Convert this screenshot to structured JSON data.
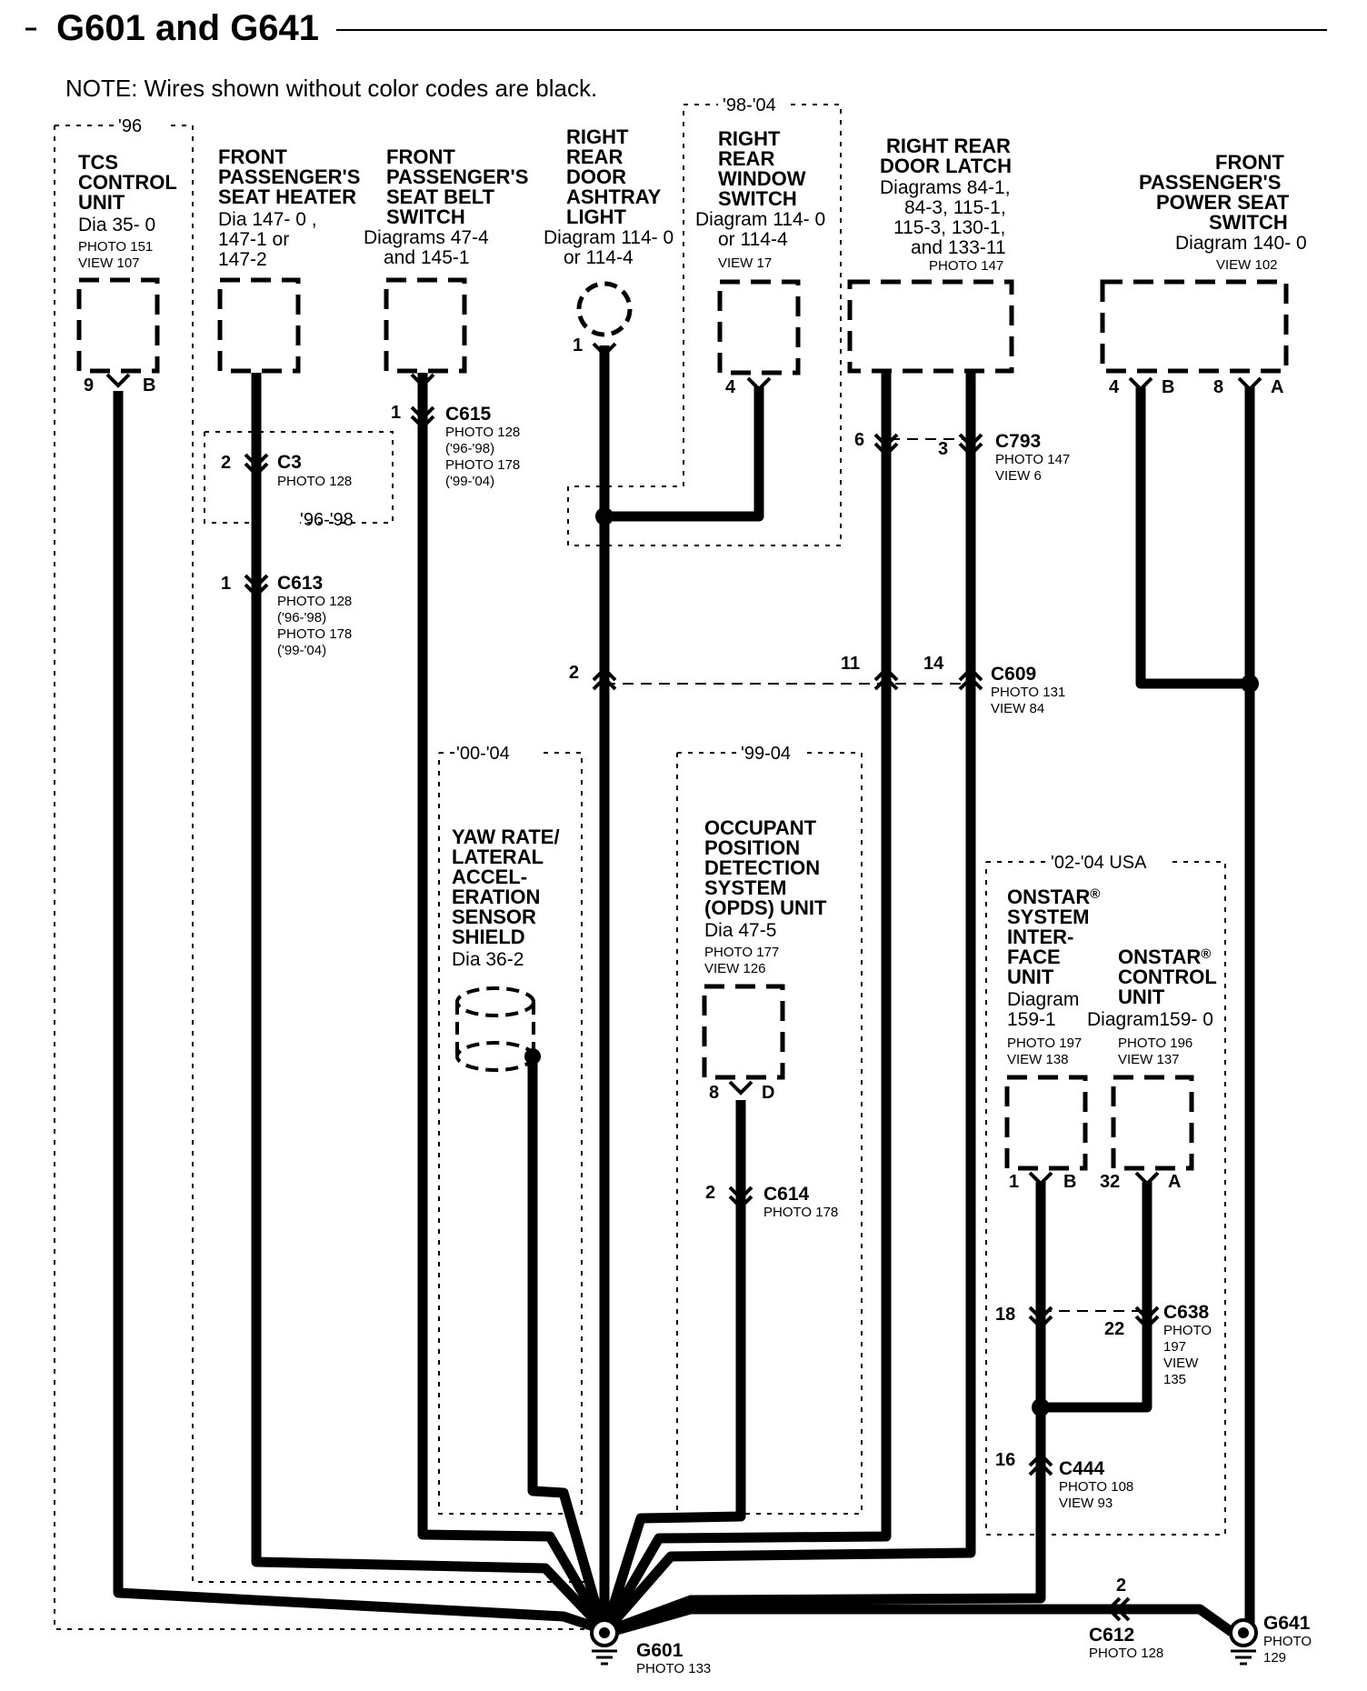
{
  "title": "G601 and G641",
  "note": "NOTE: Wires shown without color codes are black.",
  "years": {
    "y96": "'96",
    "y98_04": "'98-'04",
    "y96_98": "'96-'98",
    "y00_04": "'00-'04",
    "y99_04": "'99-04",
    "y02_04usa": "'02-'04 USA"
  },
  "components": {
    "tcs": {
      "l1": "TCS",
      "l2": "CONTROL",
      "l3": "UNIT",
      "d1": "Dia 35- 0",
      "p1": "PHOTO 151",
      "p2": "VIEW 107"
    },
    "seatheater": {
      "l1": "FRONT",
      "l2": "PASSENGER'S",
      "l3": "SEAT HEATER",
      "d1": "Dia 147- 0 ,",
      "d2": "147-1 or",
      "d3": "147-2"
    },
    "seatbelt": {
      "l1": "FRONT",
      "l2": "PASSENGER'S",
      "l3": "SEAT BELT",
      "l4": "SWITCH",
      "d1": "Diagrams 47-4",
      "d2": "and 145-1"
    },
    "ashtray": {
      "l1": "RIGHT",
      "l2": "REAR",
      "l3": "DOOR",
      "l4": "ASHTRAY",
      "l5": "LIGHT",
      "d1": "Diagram 114- 0",
      "d2": "or 114-4"
    },
    "window": {
      "l1": "RIGHT",
      "l2": "REAR",
      "l3": "WINDOW",
      "l4": "SWITCH",
      "d1": "Diagram 114- 0",
      "d2": "or 114-4",
      "p1": "VIEW 17"
    },
    "latch": {
      "l1": "RIGHT REAR",
      "l2": "DOOR LATCH",
      "d1": "Diagrams 84-1,",
      "d2": "84-3, 115-1,",
      "d3": "115-3, 130-1,",
      "d4": "and 133-11",
      "p1": "PHOTO 147"
    },
    "powerseat": {
      "l1": "FRONT",
      "l2": "PASSENGER'S",
      "l3": "POWER SEAT",
      "l4": "SWITCH",
      "d1": "Diagram 140- 0",
      "p1": "VIEW 102"
    },
    "yaw": {
      "l1": "YAW RATE/",
      "l2": "LATERAL",
      "l3": "ACCEL-",
      "l4": "ERATION",
      "l5": "SENSOR",
      "l6": "SHIELD",
      "d1": "Dia 36-2"
    },
    "opds": {
      "l1": "OCCUPANT",
      "l2": "POSITION",
      "l3": "DETECTION",
      "l4": "SYSTEM",
      "l5": "(OPDS) UNIT",
      "d1": "Dia 47-5",
      "p1": "PHOTO 177",
      "p2": "VIEW 126"
    },
    "onstar_if": {
      "l1": "ONSTAR",
      "reg": "®",
      "l2": "SYSTEM",
      "l3": "INTER-",
      "l4": "FACE",
      "l5": "UNIT",
      "d1": "Diagram",
      "d2": "159-1",
      "p1": "PHOTO 197",
      "p2": "VIEW 138"
    },
    "onstar_ctl": {
      "l1": "ONSTAR",
      "reg": "®",
      "l2": "CONTROL",
      "l3": "UNIT",
      "d1": "Diagram159- 0",
      "p1": "PHOTO 196",
      "p2": "VIEW 137"
    }
  },
  "connectors": {
    "c3": {
      "name": "C3",
      "photo": "PHOTO 128"
    },
    "c613": {
      "name": "C613",
      "p1": "PHOTO 128",
      "p2": "('96-'98)",
      "p3": "PHOTO 178",
      "p4": "('99-'04)"
    },
    "c615": {
      "name": "C615",
      "p1": "PHOTO 128",
      "p2": "('96-'98)",
      "p3": "PHOTO 178",
      "p4": "('99-'04)"
    },
    "c793": {
      "name": "C793",
      "p1": "PHOTO 147",
      "p2": "VIEW 6"
    },
    "c609": {
      "name": "C609",
      "p1": "PHOTO 131",
      "p2": "VIEW 84"
    },
    "c614": {
      "name": "C614",
      "p1": "PHOTO 178"
    },
    "c638": {
      "name": "C638",
      "p1": "PHOTO",
      "p2": "197",
      "p3": "VIEW",
      "p4": "135"
    },
    "c444": {
      "name": "C444",
      "p1": "PHOTO 108",
      "p2": "VIEW 93"
    },
    "c612": {
      "name": "C612",
      "p1": "PHOTO 128"
    }
  },
  "grounds": {
    "g601": {
      "name": "G601",
      "p1": "PHOTO 133"
    },
    "g641": {
      "name": "G641",
      "p1": "PHOTO",
      "p2": "129"
    }
  },
  "pins": {
    "tcs_num": "9",
    "tcs_let": "B",
    "c615": "1",
    "c3": "2",
    "c613": "1",
    "ashtray": "1",
    "window": "4",
    "c793_a": "6",
    "c793_b": "3",
    "ps_a_num": "4",
    "ps_a_let": "B",
    "ps_b_num": "8",
    "ps_b_let": "A",
    "c609_a": "2",
    "c609_b": "11",
    "c609_c": "14",
    "opds_num": "8",
    "opds_let": "D",
    "c614": "2",
    "if_num": "1",
    "if_let": "B",
    "ctl_num": "32",
    "ctl_let": "A",
    "c638_a": "18",
    "c638_b": "22",
    "c444": "16",
    "c612": "2"
  }
}
